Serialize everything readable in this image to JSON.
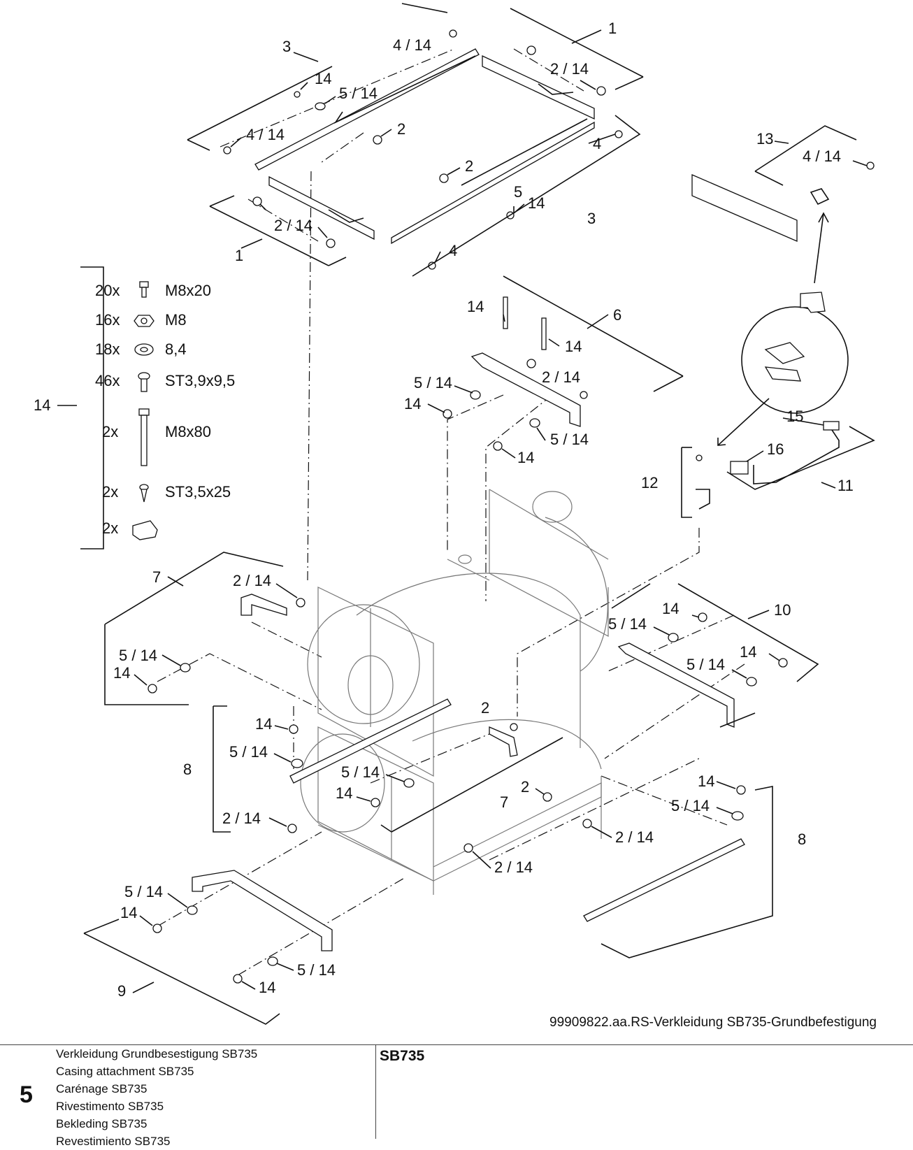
{
  "diagram": {
    "part_labels": [
      "1",
      "1",
      "2",
      "2",
      "2",
      "3",
      "3",
      "4",
      "4",
      "5",
      "6",
      "7",
      "7",
      "8",
      "8",
      "9",
      "10",
      "11",
      "12",
      "13",
      "14",
      "15",
      "16"
    ],
    "callouts": [
      "2 / 14",
      "4 / 14",
      "5 / 14",
      "14"
    ]
  },
  "legend": {
    "group_number": "14",
    "rows": [
      {
        "qty": "20x",
        "spec": "M8x20",
        "icon": "bolt-icon"
      },
      {
        "qty": "16x",
        "spec": "M8",
        "icon": "nut-icon"
      },
      {
        "qty": "18x",
        "spec": "8,4",
        "icon": "washer-icon"
      },
      {
        "qty": "46x",
        "spec": "ST3,9x9,5",
        "icon": "screw-icon"
      },
      {
        "qty": "2x",
        "spec": "M8x80",
        "icon": "long-bolt-icon"
      },
      {
        "qty": "2x",
        "spec": "ST3,5x25",
        "icon": "tapping-screw-icon"
      },
      {
        "qty": "2x",
        "spec": "",
        "icon": "clip-icon"
      }
    ]
  },
  "drawing_reference": "99909822.aa.RS-Verkleidung SB735-Grundbefestigung",
  "title_block": {
    "section_number": "5",
    "titles": [
      "Verkleidung Grundbesestigung SB735",
      "Casing attachment SB735",
      "Carénage SB735",
      "Rivestimento SB735",
      "Bekleding SB735",
      "Revestimiento SB735"
    ],
    "model_code": "SB735"
  }
}
